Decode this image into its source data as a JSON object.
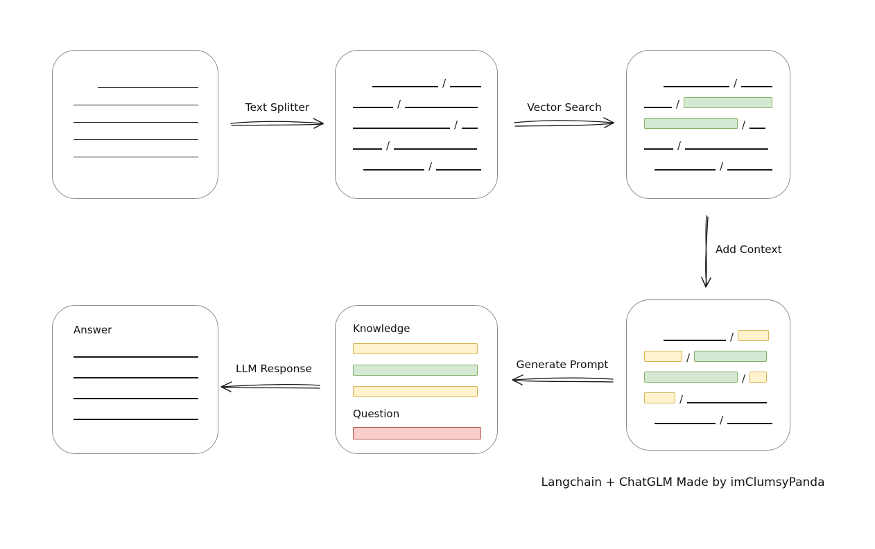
{
  "diagram": {
    "caption": "Langchain + ChatGLM Made by imClumsyPanda",
    "slash": "/",
    "arrows": {
      "text_splitter": "Text Splitter",
      "vector_search": "Vector Search",
      "add_context": "Add Context",
      "generate_prompt": "Generate Prompt",
      "llm_response": "LLM Response"
    },
    "colors": {
      "green_fill": "#d5e8d4",
      "green_stroke": "#82b366",
      "yellow_fill": "#fff2cc",
      "yellow_stroke": "#d6b656",
      "red_fill": "#f8cecc",
      "red_stroke": "#b85450"
    },
    "boxes": {
      "document": {
        "rows": [
          {
            "indent": 35,
            "segments": [
              {
                "kind": "line",
                "w": 145
              }
            ]
          },
          {
            "indent": 0,
            "segments": [
              {
                "kind": "line",
                "w": 180
              }
            ]
          },
          {
            "indent": 0,
            "segments": [
              {
                "kind": "line",
                "w": 180
              }
            ]
          },
          {
            "indent": 0,
            "segments": [
              {
                "kind": "line",
                "w": 180
              }
            ]
          },
          {
            "indent": 0,
            "segments": [
              {
                "kind": "line",
                "w": 180
              }
            ]
          }
        ]
      },
      "chunks": {
        "rows": [
          {
            "indent": 28,
            "segments": [
              {
                "kind": "line",
                "w": 95
              },
              {
                "kind": "line",
                "w": 45
              }
            ]
          },
          {
            "indent": 0,
            "segments": [
              {
                "kind": "line",
                "w": 58
              },
              {
                "kind": "line",
                "w": 105
              }
            ]
          },
          {
            "indent": 0,
            "segments": [
              {
                "kind": "line",
                "w": 140
              },
              {
                "kind": "line",
                "w": 23
              }
            ]
          },
          {
            "indent": 0,
            "segments": [
              {
                "kind": "line",
                "w": 42
              },
              {
                "kind": "line",
                "w": 120
              }
            ]
          },
          {
            "indent": 15,
            "segments": [
              {
                "kind": "line",
                "w": 88
              },
              {
                "kind": "line",
                "w": 65
              }
            ]
          }
        ]
      },
      "matched": {
        "rows": [
          {
            "indent": 28,
            "segments": [
              {
                "kind": "line",
                "w": 95
              },
              {
                "kind": "line",
                "w": 45
              }
            ]
          },
          {
            "indent": 0,
            "segments": [
              {
                "kind": "line",
                "w": 40
              },
              {
                "kind": "green",
                "w": 128
              }
            ]
          },
          {
            "indent": 0,
            "segments": [
              {
                "kind": "green",
                "w": 135
              },
              {
                "kind": "line",
                "w": 23
              }
            ]
          },
          {
            "indent": 0,
            "segments": [
              {
                "kind": "line",
                "w": 42
              },
              {
                "kind": "line",
                "w": 120
              }
            ]
          },
          {
            "indent": 15,
            "segments": [
              {
                "kind": "line",
                "w": 88
              },
              {
                "kind": "line",
                "w": 65
              }
            ]
          }
        ]
      },
      "context": {
        "rows": [
          {
            "indent": 28,
            "segments": [
              {
                "kind": "line",
                "w": 90
              },
              {
                "kind": "yellow",
                "w": 45
              }
            ]
          },
          {
            "indent": 0,
            "segments": [
              {
                "kind": "yellow",
                "w": 55
              },
              {
                "kind": "green",
                "w": 105
              }
            ]
          },
          {
            "indent": 0,
            "segments": [
              {
                "kind": "green",
                "w": 135
              },
              {
                "kind": "yellow",
                "w": 25
              }
            ]
          },
          {
            "indent": 0,
            "segments": [
              {
                "kind": "yellow",
                "w": 45
              },
              {
                "kind": "line",
                "w": 115
              }
            ]
          },
          {
            "indent": 15,
            "segments": [
              {
                "kind": "line",
                "w": 88
              },
              {
                "kind": "line",
                "w": 65
              }
            ]
          }
        ]
      },
      "prompt": {
        "knowledge_label": "Knowledge",
        "question_label": "Question",
        "knowledge_bars": [
          {
            "kind": "yellow",
            "w": 180,
            "h": 16
          },
          {
            "kind": "green",
            "w": 180,
            "h": 16
          },
          {
            "kind": "yellow",
            "w": 180,
            "h": 16
          }
        ],
        "question_bars": [
          {
            "kind": "red",
            "w": 185,
            "h": 18
          }
        ]
      },
      "answer": {
        "label": "Answer",
        "rows": [
          {
            "indent": 0,
            "segments": [
              {
                "kind": "line",
                "w": 180
              }
            ]
          },
          {
            "indent": 0,
            "segments": [
              {
                "kind": "line",
                "w": 180
              }
            ]
          },
          {
            "indent": 0,
            "segments": [
              {
                "kind": "line",
                "w": 180
              }
            ]
          },
          {
            "indent": 0,
            "segments": [
              {
                "kind": "line",
                "w": 180
              }
            ]
          }
        ]
      }
    }
  }
}
